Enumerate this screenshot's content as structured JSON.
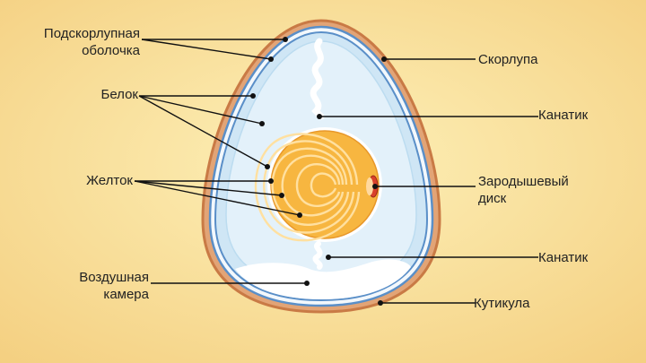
{
  "labels": {
    "inner_membrane": "Подскорлупная\nоболочка",
    "albumen": "Белок",
    "yolk": "Желток",
    "air_cell": "Воздушная\nкамера",
    "shell": "Скорлупа",
    "chalaza_top": "Канатик",
    "germinal_disc": "Зародышевый\nдиск",
    "chalaza_bottom": "Канатик",
    "cuticle": "Кутикула"
  },
  "colors": {
    "bg_center": "#fdf0b8",
    "bg_edge": "#f6d68c",
    "shell": "#d9905a",
    "membrane": "#5a8fc8",
    "albumen_outer": "#cfe6f5",
    "albumen_inner": "#e6f3fb",
    "yolk_fill": "#f7b640",
    "yolk_lines": "#ffe4a8",
    "germinal_disc": "#d9412c",
    "air_cell": "#ffffff",
    "leader": "#111111"
  }
}
